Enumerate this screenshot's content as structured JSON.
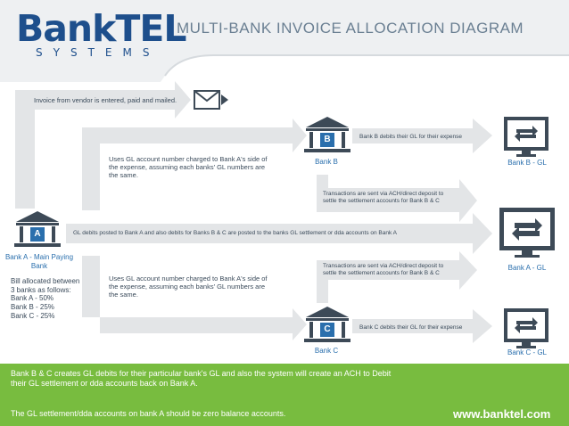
{
  "header": {
    "logo_main": "BankTEL",
    "logo_sub": "SYSTEMS",
    "title": "MULTI-BANK INVOICE ALLOCATION DIAGRAM"
  },
  "diagram": {
    "bank_a": {
      "letter": "A",
      "name": "Bank A - Main Paying Bank"
    },
    "bank_b": {
      "letter": "B",
      "name": "Bank B"
    },
    "bank_c": {
      "letter": "C",
      "name": "Bank C"
    },
    "allocation": {
      "intro": "Bill allocated between 3 banks as follows:",
      "rows": [
        "Bank A - 50%",
        "Bank B - 25%",
        "Bank C - 25%"
      ]
    },
    "labels": {
      "invoice": "Invoice from vendor is entered, paid and mailed.",
      "gl_charged_b": "Uses GL account number charged to Bank A's side of the expense, assuming each banks' GL numbers are the same.",
      "gl_charged_c": "Uses GL account number charged to Bank A's side of the expense, assuming each banks' GL numbers are the same.",
      "b_debits": "Bank B debits their GL for their expense",
      "c_debits": "Bank C debits their GL for their expense",
      "ach_upper": "Transactions are sent via ACH/direct deposit to settle the settlement accounts for Bank B & C",
      "ach_lower": "Transactions are sent via ACH/direct deposit to settle the settlement accounts for Bank B & C",
      "gl_debits_main": "GL debits posted to Bank A and also debits for Banks B & C are posted to the banks GL settlement or dda accounts on Bank A"
    },
    "monitors": {
      "b_gl": "Bank B - GL",
      "a_gl": "Bank A - GL",
      "c_gl": "Bank C - GL"
    },
    "icons": [
      "envelope-icon",
      "bank-building-icon",
      "monitor-transfer-icon"
    ]
  },
  "footer": {
    "line1": "Bank B & C creates GL debits for their particular bank's GL and also the system will create an ACH to Debit their GL settlement or dda accounts back on Bank A.",
    "line2": "The GL settlement/dda accounts on bank A should be zero balance accounts.",
    "url": "www.banktel.com"
  },
  "colors": {
    "brand_blue": "#1e4f8c",
    "accent_blue": "#2a6fad",
    "arrow_gray": "#e3e5e7",
    "icon_dark": "#3d4a57",
    "footer_green": "#78bc3f"
  }
}
